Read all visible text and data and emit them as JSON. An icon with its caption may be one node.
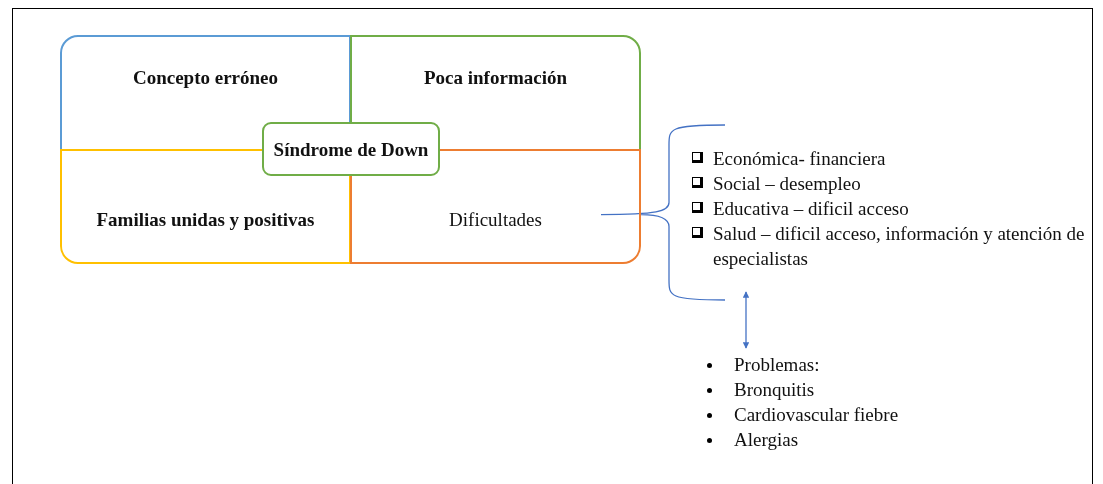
{
  "diagram": {
    "nodes": [
      {
        "text": [
          "Concepto erróneo"
        ]
      },
      {
        "text": [
          "Poca información"
        ]
      },
      {
        "text": [
          "Síndrome de Down"
        ]
      },
      {
        "text": [
          "Familias unidas y positivas"
        ]
      },
      {
        "text": [
          "Dificultades"
        ]
      },
      {
        "text": [
          "Económica- financiera",
          "Social – desempleo",
          "Educativa – dificil acceso",
          "Salud – dificil acceso, información y atención de especialistas"
        ]
      },
      {
        "text": [
          "Problemas:",
          "Bronquitis",
          "Cardiovascular fiebre",
          "Alergias"
        ]
      }
    ],
    "edges": [
      {
        "from": 4,
        "to": 5,
        "arrow": "none"
      },
      {
        "from": 5,
        "to": 6,
        "arrow": "both"
      }
    ]
  }
}
